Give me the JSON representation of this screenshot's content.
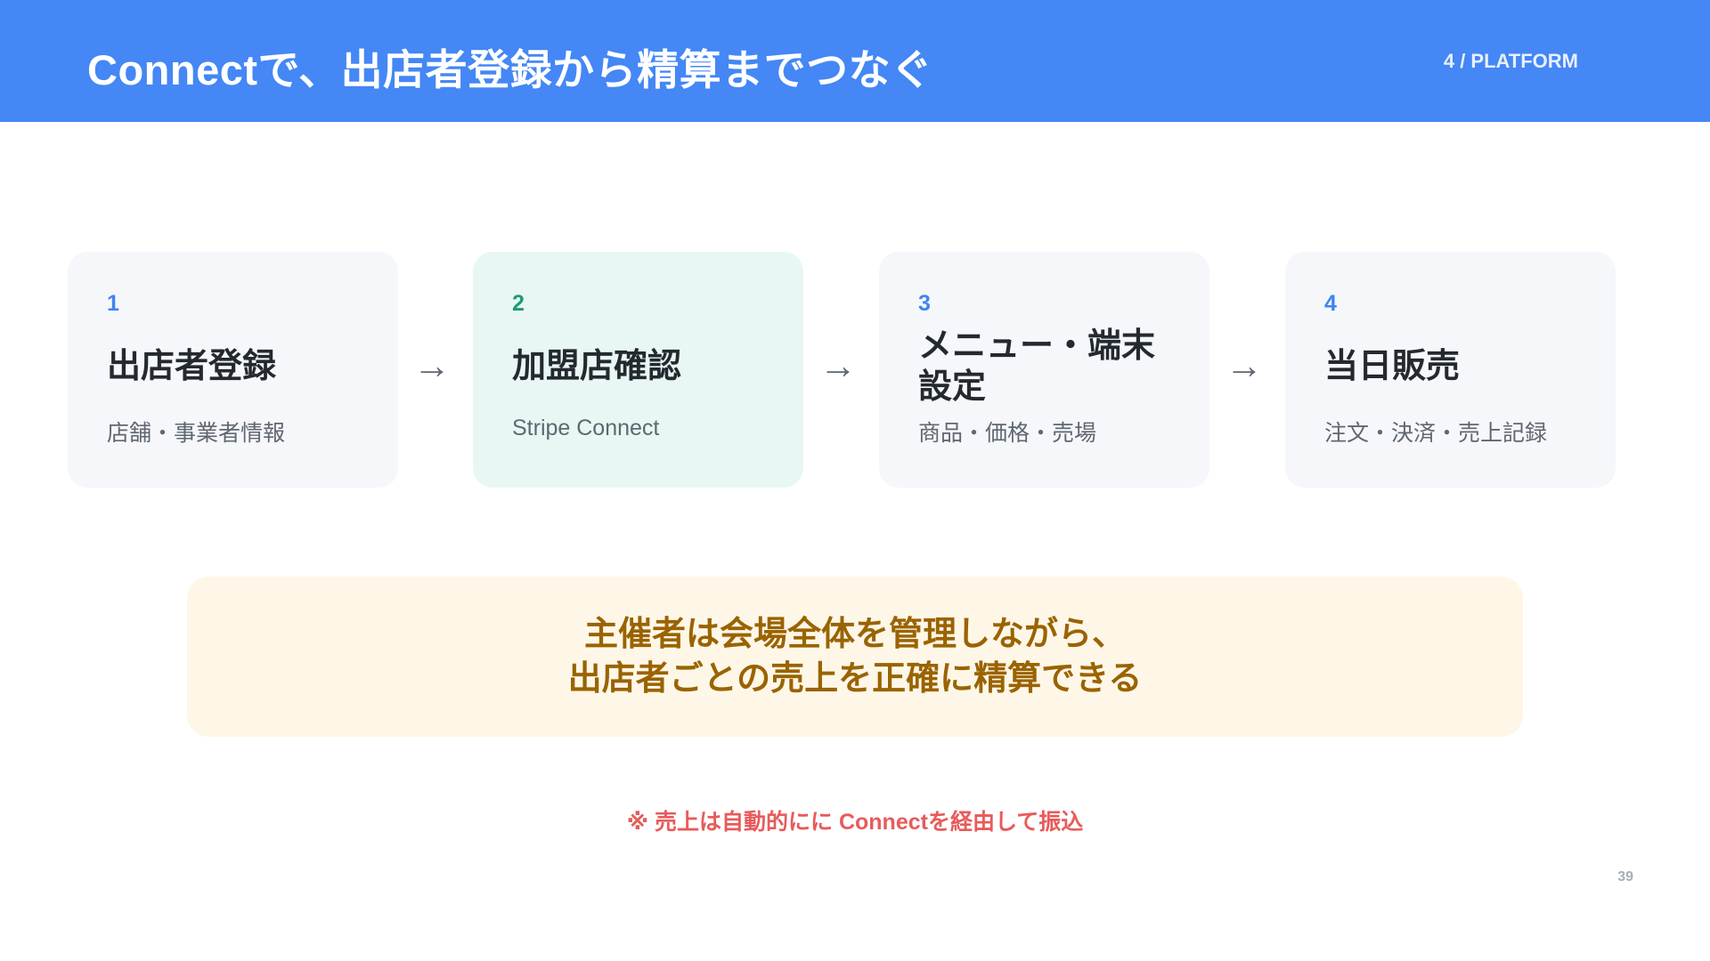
{
  "header": {
    "title": "Connectで、出店者登録から精算までつなぐ",
    "section_label": "4 / PLATFORM",
    "background": "#4487f5"
  },
  "steps": [
    {
      "number": "1",
      "title": "出店者登録",
      "subtitle": "店舗・事業者情報"
    },
    {
      "number": "2",
      "title": "加盟店確認",
      "subtitle": "Stripe Connect",
      "highlighted": true
    },
    {
      "number": "3",
      "title": "メニュー・端末設定",
      "subtitle": "商品・価格・売場"
    },
    {
      "number": "4",
      "title": "当日販売",
      "subtitle": "注文・決済・売上記録"
    }
  ],
  "arrow_glyph": "→",
  "callout": {
    "line1": "主催者は会場全体を管理しながら、",
    "line2": "出店者ごとの売上を正確に精算できる"
  },
  "note": "※ 売上は自動的にに Connectを経由して振込",
  "page_number": "39",
  "colors": {
    "accent_blue": "#4084f0",
    "accent_green": "#1e9a7a",
    "callout_text": "#9a6300",
    "note_red": "#e85b5b"
  }
}
